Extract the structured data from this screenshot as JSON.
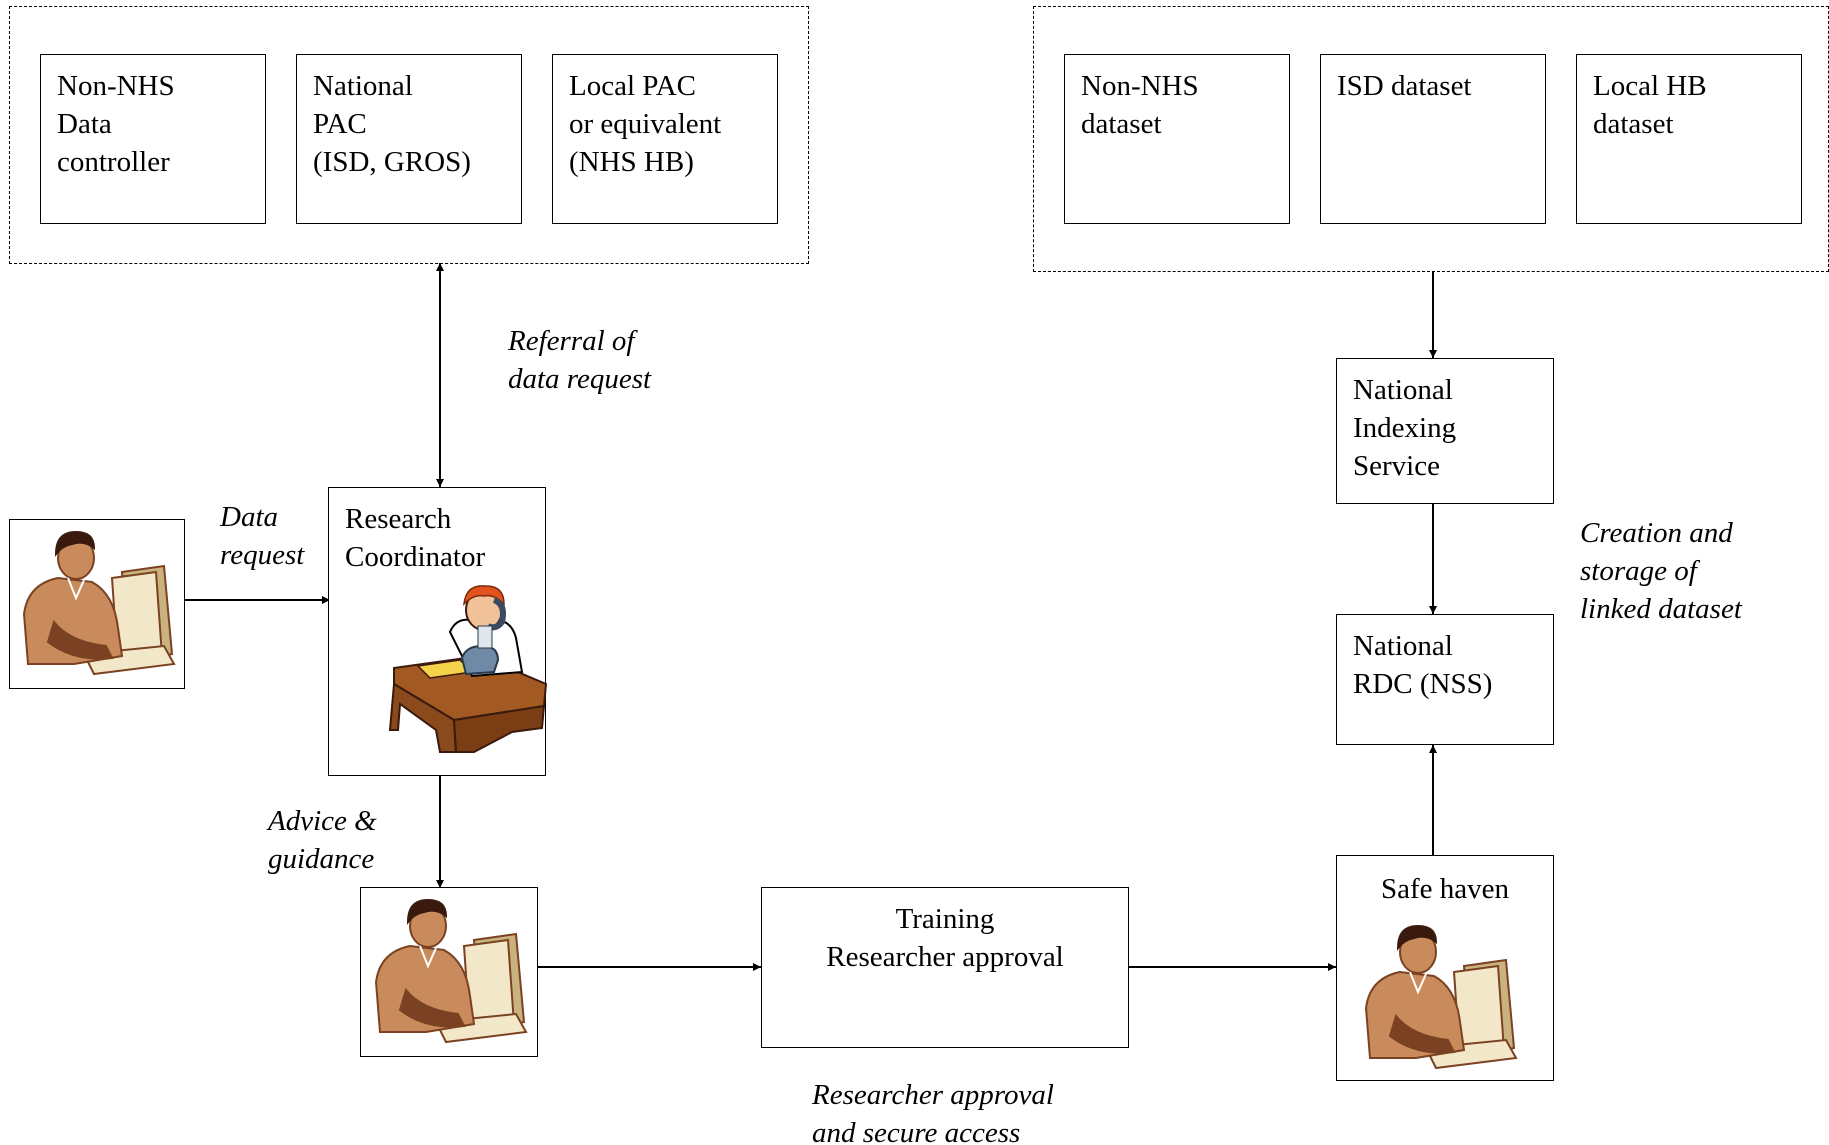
{
  "left_group": {
    "nodes": [
      {
        "label": "Non-NHS\nData\ncontroller"
      },
      {
        "label": "National\nPAC\n(ISD, GROS)"
      },
      {
        "label": "Local PAC\nor equivalent\n(NHS HB)"
      }
    ]
  },
  "right_group": {
    "nodes": [
      {
        "label": "Non-NHS\ndataset"
      },
      {
        "label": "ISD dataset"
      },
      {
        "label": "Local HB\ndataset"
      }
    ]
  },
  "nodes": {
    "research_coordinator": "Research\nCoordinator",
    "national_indexing": "National\nIndexing\nService",
    "national_rdc": "National\nRDC (NSS)",
    "safe_haven": "Safe haven",
    "training": "Training\nResearcher approval"
  },
  "edge_labels": {
    "referral": "Referral of\ndata request",
    "data_request": "Data\nrequest",
    "advice": "Advice &\nguidance",
    "creation": "Creation and\nstorage of\nlinked dataset",
    "researcher_access": "Researcher approval\nand secure access"
  },
  "colors": {
    "skin": "#c98a5c",
    "skin_shadow": "#7a4222",
    "hair": "#3b1a0e",
    "monitor": "#f3e7c9",
    "monitor_shade": "#c9b27d",
    "desk": "#8a4a1c",
    "desk_top": "#a35a22",
    "paper": "#f4d24a",
    "orange_hair": "#e2521c",
    "phone": "#6f8aa6"
  }
}
